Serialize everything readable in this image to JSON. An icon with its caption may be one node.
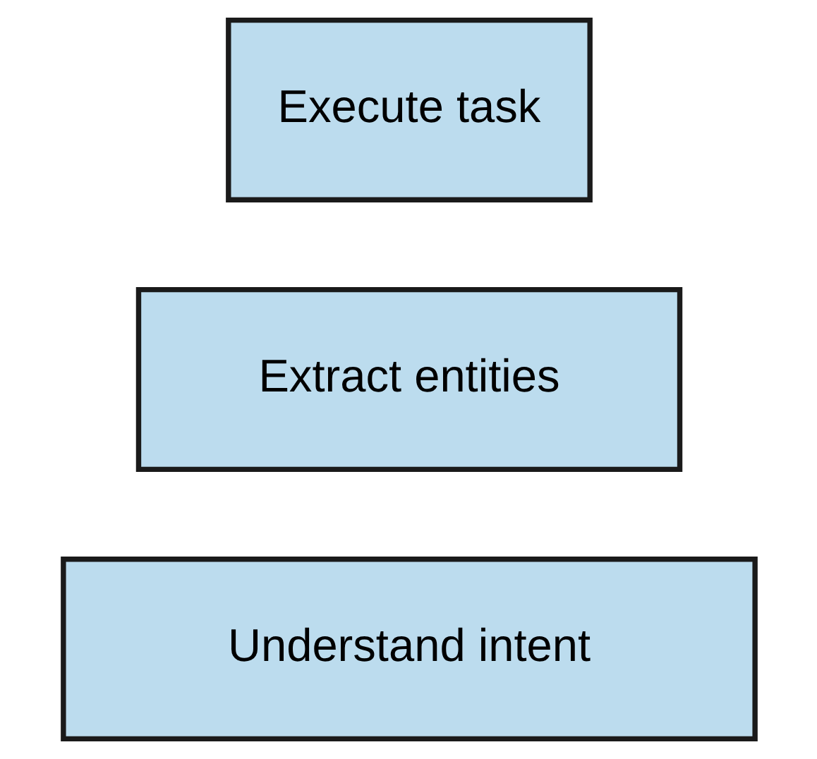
{
  "diagram": {
    "nodes": [
      {
        "text": [
          "Understand intent"
        ]
      },
      {
        "text": [
          "Extract entities"
        ]
      },
      {
        "text": [
          "Execute task"
        ]
      }
    ]
  }
}
